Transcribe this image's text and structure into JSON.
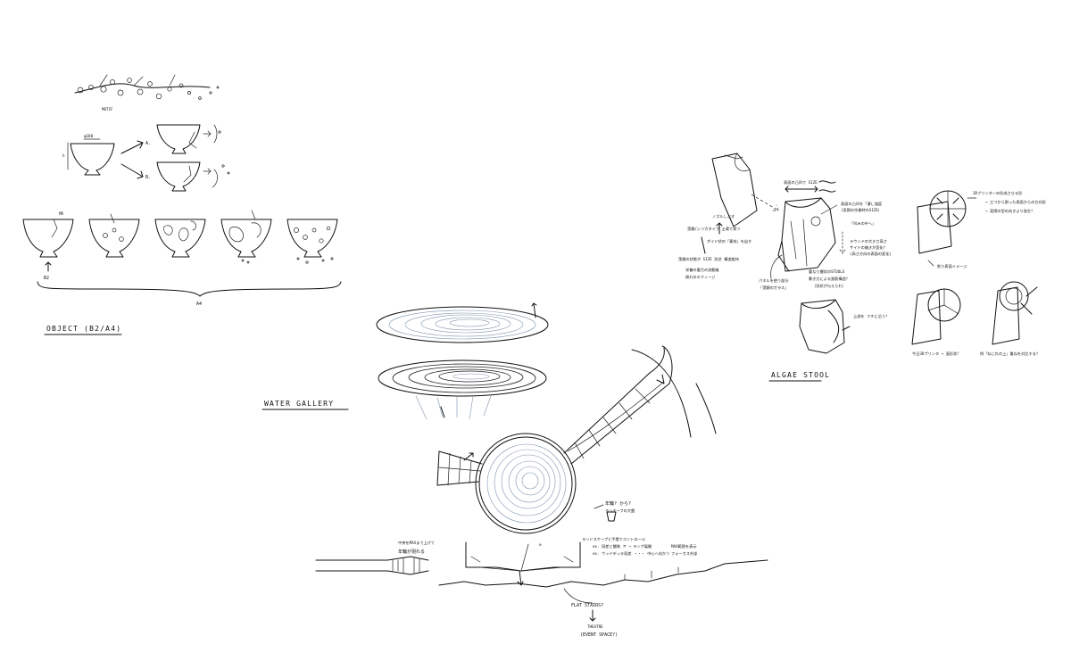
{
  "sections": {
    "object": {
      "heading": "OBJECT (B2/A4)",
      "motif_label": "MOTIF",
      "branch_a": "A.",
      "branch_b": "B.",
      "b2_label": "B2",
      "a4_label": "A4"
    },
    "water": {
      "heading": "WATER GALLERY",
      "note_rings": "年輪? から?",
      "note_rings_2": "ランチーフの大盤",
      "note_section_left_1": "中央をMAXまで上げて",
      "note_section_left_2": "年輪が現れる",
      "note_right_1": "ランドスケープと手摺でコントロール",
      "note_right_2": "ex. 段差と舗装 ア → ランプ展開",
      "note_right_3": "ex. ウッドデッキ段差 ・・・ 中心へ向かう",
      "note_right_4": "MAX範囲を表示",
      "note_right_5": "フォーカス外部",
      "note_flat": "FLAT STAIRS?",
      "note_theatre_1": "THEATRE",
      "note_theatre_2": "(EVENT SPACE?)"
    },
    "algae": {
      "heading": "ALGAE STOOL",
      "note_top": "表面の凸凹で SIZE",
      "note_left_1": "ノズルしぶき",
      "note_left_2": "藻類/シリカタイプ 土壌で育つ",
      "note_left_3": "ボイド状の「素材」を出す",
      "note_left_4": "藻類の状態が SIZE 形状 構造維持",
      "note_left_5": "栄養の重力の流動後",
      "note_left_6": "揺れのエフィージ",
      "note_mid_1": "表面の凸凹を「潰し強度",
      "note_mid_2": "(実際の作業時のSIZE）",
      "note_mid_3": "「凹みの中へ」",
      "note_mid_4": "パネルを使う部分",
      "note_mid_5": "「藻類のガラス」",
      "note_mid_6": "重なり層状のSTOOLS",
      "note_mid_7": "繋ぎ方による鉄筋構造？",
      "note_mid_8": "（形状が与えられ）",
      "note_bottom": "上部を フチに沿う？",
      "note_right_1": "3Dプリンターの形成させる形",
      "note_right_2": "→ 三つから割った表面からの方向形",
      "note_right_3": "→ 実際の型の向きより発生？",
      "note_right_4": "削り表面イメージ",
      "note_caption_1": "今日3Dプリンタ → 面形状？",
      "note_caption_2": "例「ねじれの上」重ねを対比する？"
    }
  }
}
